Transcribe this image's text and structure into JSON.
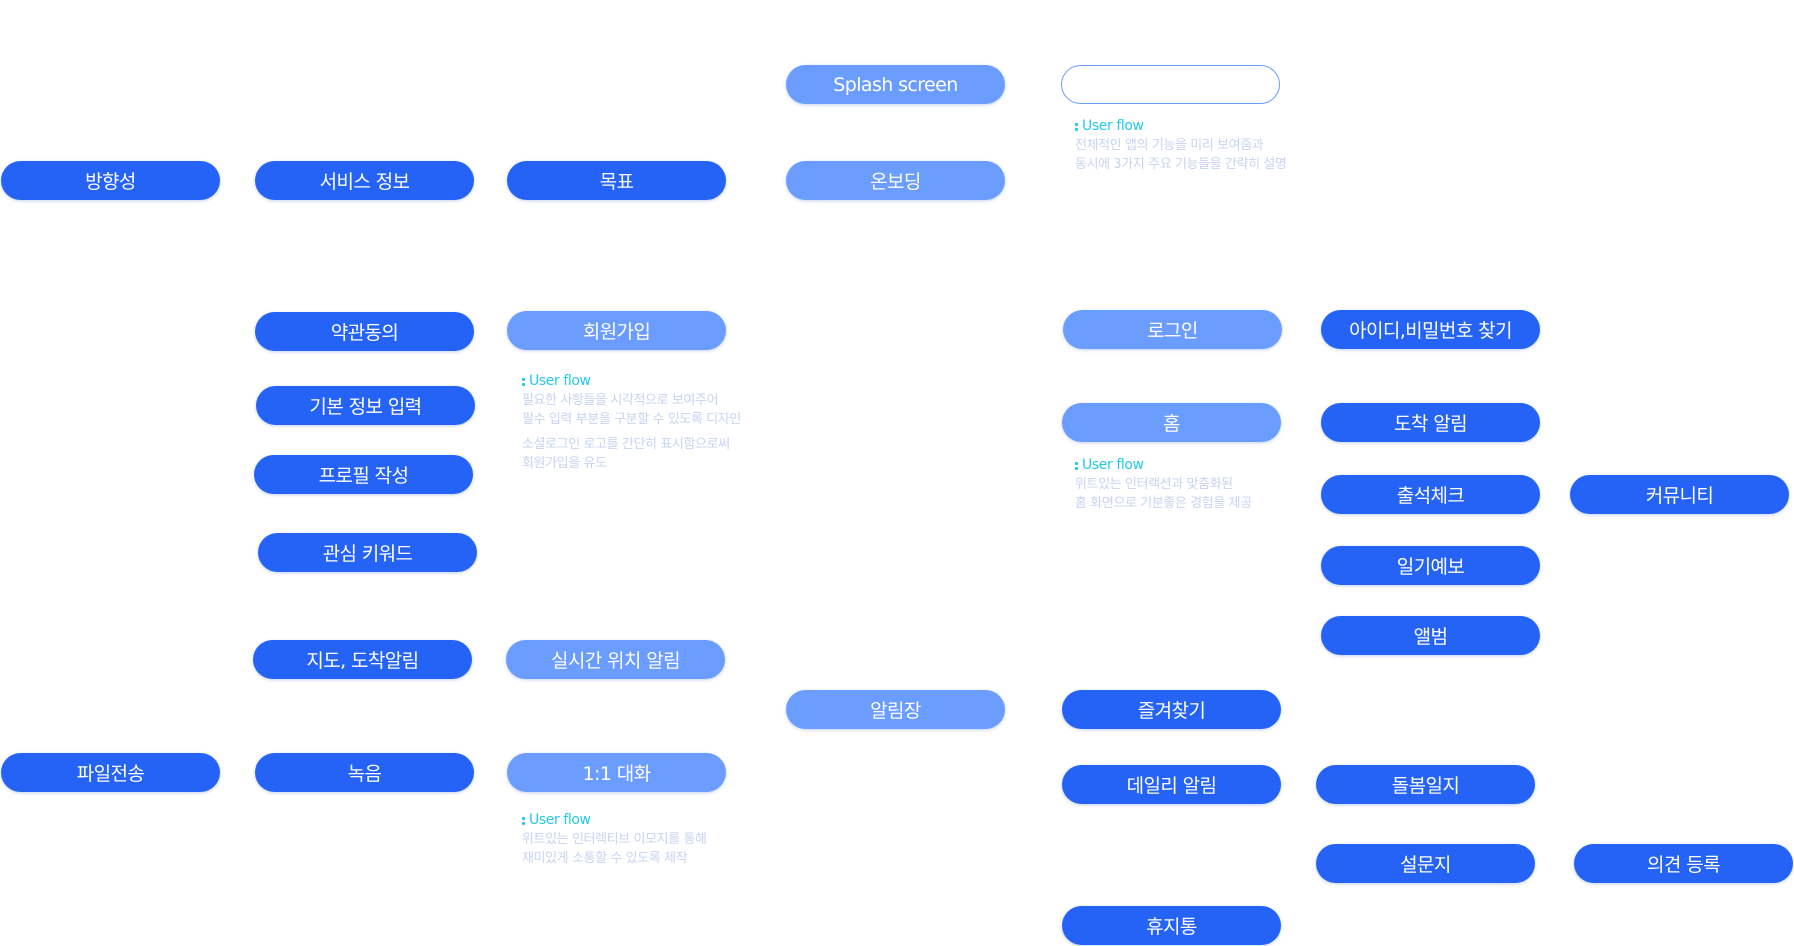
{
  "nodes": {
    "banghyangseong": "방향성",
    "service_info": "서비스 정보",
    "goal": "목표",
    "splash": "Splash screen",
    "onboarding": "온보딩",
    "splash_right": "",
    "terms": "약관동의",
    "signup": "회원가입",
    "basic_info": "기본 정보 입력",
    "profile": "프로필 작성",
    "keyword": "관심 키워드",
    "map_arrival": "지도, 도착알림",
    "realtime_location": "실시간 위치 알림",
    "file_transfer": "파일전송",
    "recording": "녹음",
    "chat_1on1": "1:1 대화",
    "notice_board": "알림장",
    "login": "로그인",
    "find_id_pw": "아이디,비밀번호 찾기",
    "home": "홈",
    "arrival_alert": "도착 알림",
    "attendance": "출석체크",
    "community": "커뮤니티",
    "weather": "일기예보",
    "album": "앨범",
    "favorites": "즐겨찾기",
    "daily_alert": "데일리 알림",
    "care_diary": "돌봄일지",
    "survey": "설문지",
    "opinion": "의견 등록",
    "trash": "휴지통"
  },
  "notes": {
    "onboarding": {
      "title": "User flow",
      "lines": [
        "전체적인 앱의 기능을 미리 보여줌과",
        "동시에 3가지 주요 기능들을 간략히 설명"
      ]
    },
    "signup": {
      "title": "User flow",
      "lines1": [
        "필요한 사항들을 시각적으로 보여주어",
        "필수 입력 부분을 구분할 수 있도록 디자인"
      ],
      "lines2": [
        "소셜로그인 로고를 간단히 표시함으로써",
        "회원가입을 유도"
      ]
    },
    "home": {
      "title": "User flow",
      "lines": [
        "위트있는 인터랙션과 맞춤화된",
        "홈 화면으로 기분좋은 경험을 제공"
      ]
    },
    "chat": {
      "title": "User flow",
      "lines": [
        "위트있는 인터렉티브 이모지를 통해",
        "재미있게 소통할 수 있도록 제작"
      ]
    }
  },
  "colors": {
    "dark_pill": "#2563f7",
    "light_pill": "#6b9cff",
    "note_title": "#23c9e8",
    "note_text": "#c6d4f2"
  },
  "icons": {
    "note_marker": "vertical-dots-icon"
  }
}
